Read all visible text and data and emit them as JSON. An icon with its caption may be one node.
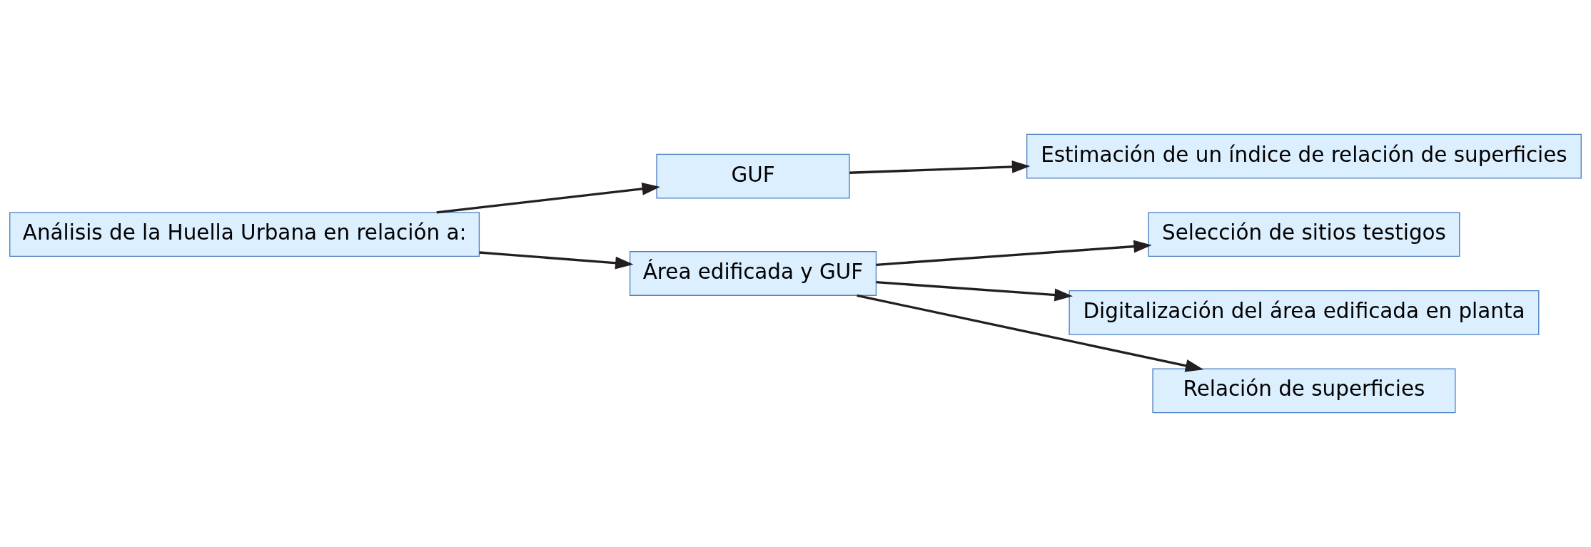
{
  "diagram": {
    "nodes": [
      {
        "text": [
          "Análisis de la Huella Urbana en relación a:"
        ]
      },
      {
        "text": [
          "GUF"
        ]
      },
      {
        "text": [
          "Área edificada y GUF"
        ]
      },
      {
        "text": [
          "Estimación de un índice de relación de superficies"
        ]
      },
      {
        "text": [
          "Selección de sitios testigos"
        ]
      },
      {
        "text": [
          "Digitalización del área edificada en planta"
        ]
      },
      {
        "text": [
          "Relación de superficies"
        ]
      }
    ],
    "edges": [
      {
        "from": 0,
        "to": 1,
        "arrow": "to"
      },
      {
        "from": 0,
        "to": 2,
        "arrow": "to"
      },
      {
        "from": 1,
        "to": 3,
        "arrow": "to"
      },
      {
        "from": 2,
        "to": 4,
        "arrow": "to"
      },
      {
        "from": 2,
        "to": 5,
        "arrow": "to"
      },
      {
        "from": 2,
        "to": 6,
        "arrow": "to"
      }
    ]
  }
}
